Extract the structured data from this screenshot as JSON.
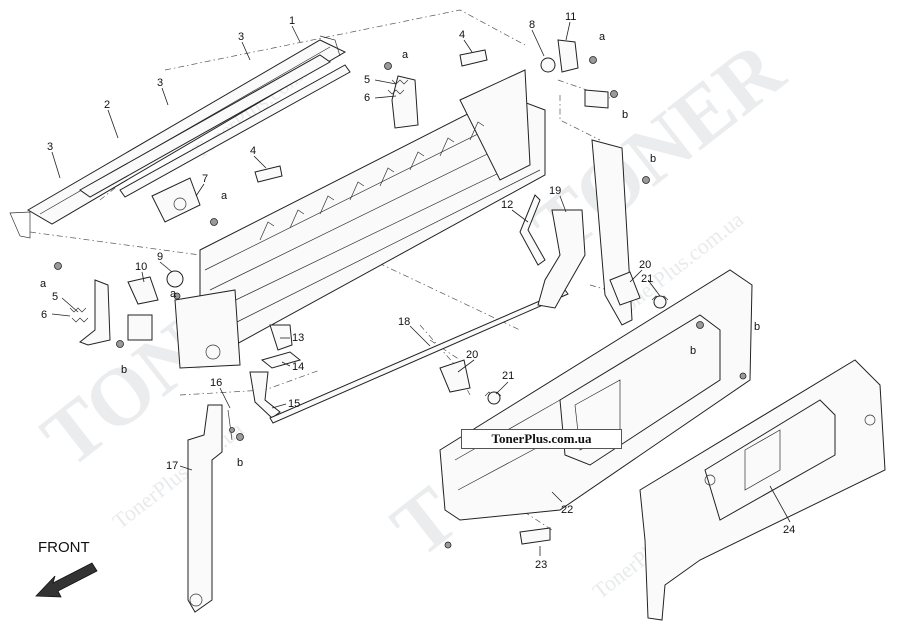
{
  "watermark": {
    "brand": "TONER",
    "site": "TonerPlus.com.ua"
  },
  "url_label": "TonerPlus.com.ua",
  "direction_label": "FRONT",
  "callouts": [
    "1",
    "2",
    "3",
    "3",
    "3",
    "4",
    "4",
    "5",
    "5",
    "6",
    "6",
    "7",
    "8",
    "9",
    "10",
    "11",
    "12",
    "13",
    "14",
    "15",
    "16",
    "17",
    "18",
    "19",
    "20",
    "20",
    "21",
    "21",
    "22",
    "23",
    "24"
  ],
  "fastener_labels": [
    "a",
    "a",
    "a",
    "a",
    "a",
    "b",
    "b",
    "b",
    "b",
    "b",
    "b"
  ]
}
